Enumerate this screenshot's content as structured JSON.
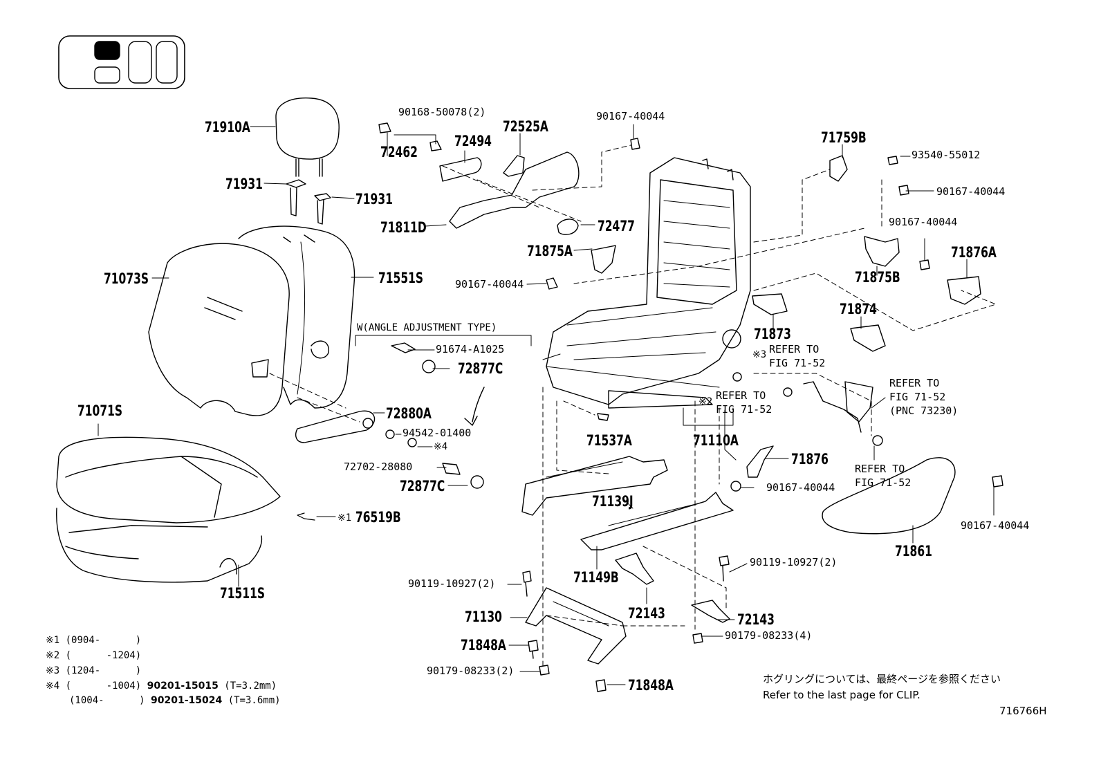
{
  "parts": {
    "p71910A": "71910A",
    "p71931a": "71931",
    "p71931b": "71931",
    "p71073S": "71073S",
    "p71551S": "71551S",
    "p71071S": "71071S",
    "p71511S": "71511S",
    "p76519B": "76519B",
    "p76519B_mark": "※1",
    "p90168": "90168-50078(2)",
    "p72462": "72462",
    "p72494": "72494",
    "p72525A": "72525A",
    "p90167_top": "90167-40044",
    "p71811D": "71811D",
    "p72477": "72477",
    "p71875A": "71875A",
    "p90167_mid": "90167-40044",
    "p71759B": "71759B",
    "p93540": "93540-55012",
    "p90167_r1": "90167-40044",
    "p90167_r2": "90167-40044",
    "p71875B": "71875B",
    "p71876A": "71876A",
    "p71873": "71873",
    "p71874": "71874",
    "p91674": "91674-A1025",
    "p72877C_a": "72877C",
    "p72880A": "72880A",
    "p94542": "94542-01400",
    "p94542_mark": "※4",
    "p72702": "72702-28080",
    "p72877C_b": "72877C",
    "p71537A": "71537A",
    "p71110A": "71110A",
    "p71110A_mark": "※2",
    "p71876": "71876",
    "p90167_low": "90167-40044",
    "p71139J": "71139J",
    "p71149B": "71149B",
    "p72143a": "72143",
    "p72143b": "72143",
    "p90119a": "90119-10927(2)",
    "p90119b": "90119-10927(2)",
    "p71130": "71130",
    "p71848A_a": "71848A",
    "p71848A_b": "71848A",
    "p90179a": "90179-08233(2)",
    "p90179b": "90179-08233(4)",
    "p71861": "71861",
    "p90167_far": "90167-40044"
  },
  "notes": {
    "angle_group": "W(ANGLE ADJUSTMENT TYPE)",
    "refer1_mark": "※3",
    "refer1_l1": "REFER TO",
    "refer1_l2": "FIG 71-52",
    "refer2_mark": "※2",
    "refer2_l1": "REFER TO",
    "refer2_l2": "FIG 71-52",
    "refer3_l1": "REFER TO",
    "refer3_l2": "FIG 71-52",
    "refer3_l3": "(PNC 73230)",
    "refer4_l1": "REFER TO",
    "refer4_l2": "FIG 71-52"
  },
  "footnotes": [
    {
      "mark": "※1",
      "range": "(0904-      )",
      "part": "",
      "spec": ""
    },
    {
      "mark": "※2",
      "range": "(      -1204)",
      "part": "",
      "spec": ""
    },
    {
      "mark": "※3",
      "range": "(1204-      )",
      "part": "",
      "spec": ""
    },
    {
      "mark": "※4",
      "range": "(      -1004)",
      "part": "90201-15015",
      "spec": "(T=3.2mm)"
    },
    {
      "mark": "",
      "range": "(1004-      )",
      "part": "90201-15024",
      "spec": "(T=3.6mm)"
    }
  ],
  "clip_note": {
    "jp": "ホグリングについては、最終ページを参照ください",
    "en": "Refer to the last page for CLIP."
  },
  "diagram_id": "716766H",
  "seat_position_icon": {
    "highlighted": "front-left",
    "cell_fill": "#000000"
  }
}
